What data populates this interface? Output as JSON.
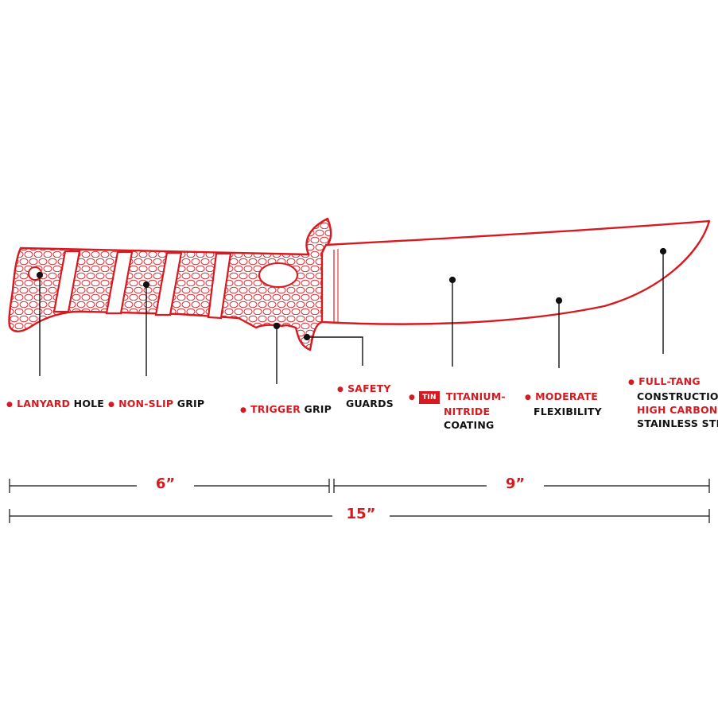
{
  "colors": {
    "accent": "#d71920",
    "text": "#111111",
    "line": "#111111",
    "outline": "#d71920"
  },
  "callouts": {
    "lanyard": {
      "highlight": "LANYARD",
      "rest": "HOLE"
    },
    "grip": {
      "highlight": "NON-SLIP",
      "rest": "GRIP"
    },
    "trigger": {
      "highlight": "TRIGGER",
      "rest": "GRIP"
    },
    "safety": {
      "line1": "SAFETY",
      "line2": "GUARDS"
    },
    "coating": {
      "badge": "TiN",
      "line1": "TITANIUM-",
      "line2": "NITRIDE",
      "line3": "COATING"
    },
    "flex": {
      "highlight": "MODERATE",
      "line2": "FLEXIBILITY"
    },
    "tang": {
      "line1_highlight": "FULL-TANG",
      "line2": "CONSTRUCTION;",
      "line3_highlight": "HIGH CARBON",
      "line4": "STAINLESS STEEL"
    }
  },
  "dimensions": {
    "handle": "6”",
    "blade": "9”",
    "total": "15”"
  }
}
